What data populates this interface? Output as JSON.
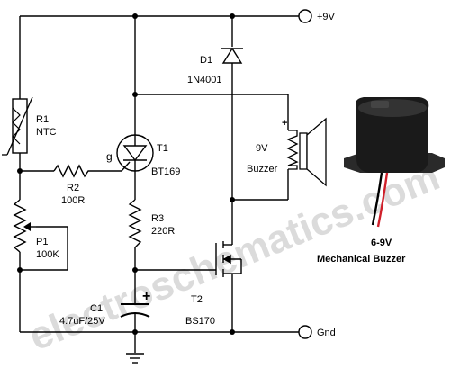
{
  "rails": {
    "supply": "+9V",
    "ground": "Gnd"
  },
  "components": {
    "r1": {
      "ref": "R1",
      "value": "NTC"
    },
    "r2": {
      "ref": "R2",
      "value": "100R"
    },
    "p1": {
      "ref": "P1",
      "value": "100K"
    },
    "c1": {
      "ref": "C1",
      "value": "4.7uF/25V"
    },
    "t1": {
      "ref": "T1",
      "value": "BT169",
      "gate": "g"
    },
    "r3": {
      "ref": "R3",
      "value": "220R"
    },
    "t2": {
      "ref": "T2",
      "value": "BS170"
    },
    "d1": {
      "ref": "D1",
      "value": "1N4001"
    },
    "buzzer": {
      "voltage": "9V",
      "label": "Buzzer",
      "polarity": "+"
    }
  },
  "photo_caption": {
    "line1": "6-9V",
    "line2": "Mechanical Buzzer"
  },
  "watermark": "electroschematics.com",
  "colors": {
    "wire": "#000000",
    "watermark": "#cfcfcf",
    "buzzer_body": "#1a1a1a",
    "wire_red": "#d0202a"
  }
}
